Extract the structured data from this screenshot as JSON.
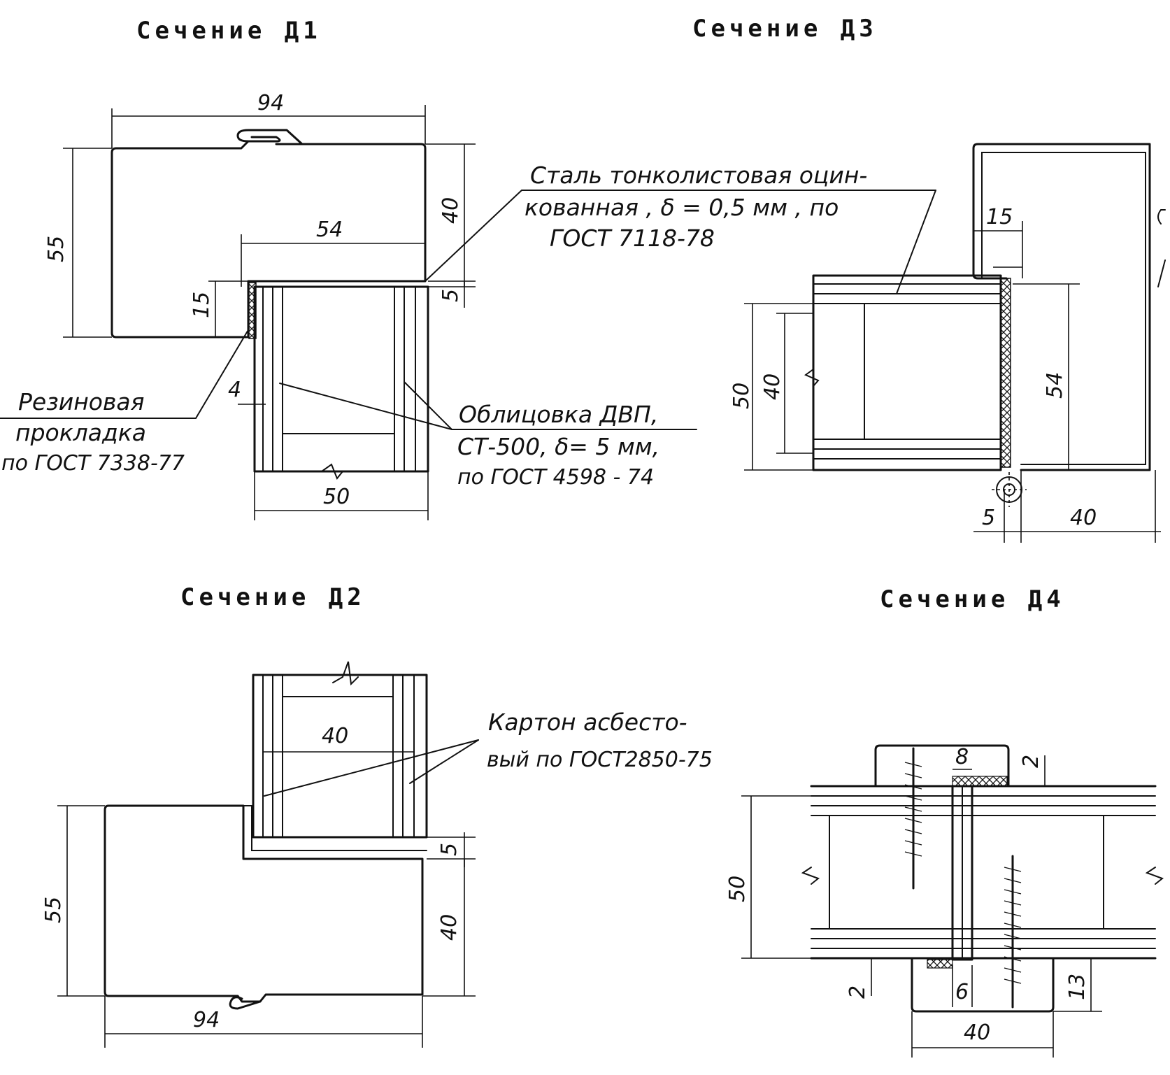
{
  "titles": {
    "d1": "Сечение Д1",
    "d2": "Сечение Д2",
    "d3": "Сечение Д3",
    "d4": "Сечение Д4"
  },
  "notes": {
    "steel": [
      "Сталь тонколистовая оцин-",
      "кованная , δ = 0,5 мм , по",
      "ГОСТ 7118-78"
    ],
    "rubber": [
      "Резиновая",
      "прокладка",
      "по ГОСТ 7338-77"
    ],
    "fibreboard": [
      "Облицовка ДВП,",
      "СТ-500,  δ= 5 мм,",
      "по ГОСТ 4598 - 74"
    ],
    "asbestos": [
      "Картон асбесто-",
      "вый по ГОСТ2850-75"
    ]
  },
  "dims": {
    "d1": {
      "w94": "94",
      "h55": "55",
      "h40": "40",
      "w54": "54",
      "h15": "15",
      "h5": "5",
      "w4": "4",
      "w50": "50"
    },
    "d2": {
      "w40": "40",
      "h5": "5",
      "h55": "55",
      "h40": "40",
      "w94": "94"
    },
    "d3": {
      "w15": "15",
      "h50": "50",
      "h40": "40",
      "h54": "54",
      "w5": "5",
      "w40": "40"
    },
    "d4": {
      "w8": "8",
      "w2a": "2",
      "h50": "50",
      "w2b": "2",
      "w6": "6",
      "h13": "13",
      "w40": "40"
    }
  }
}
